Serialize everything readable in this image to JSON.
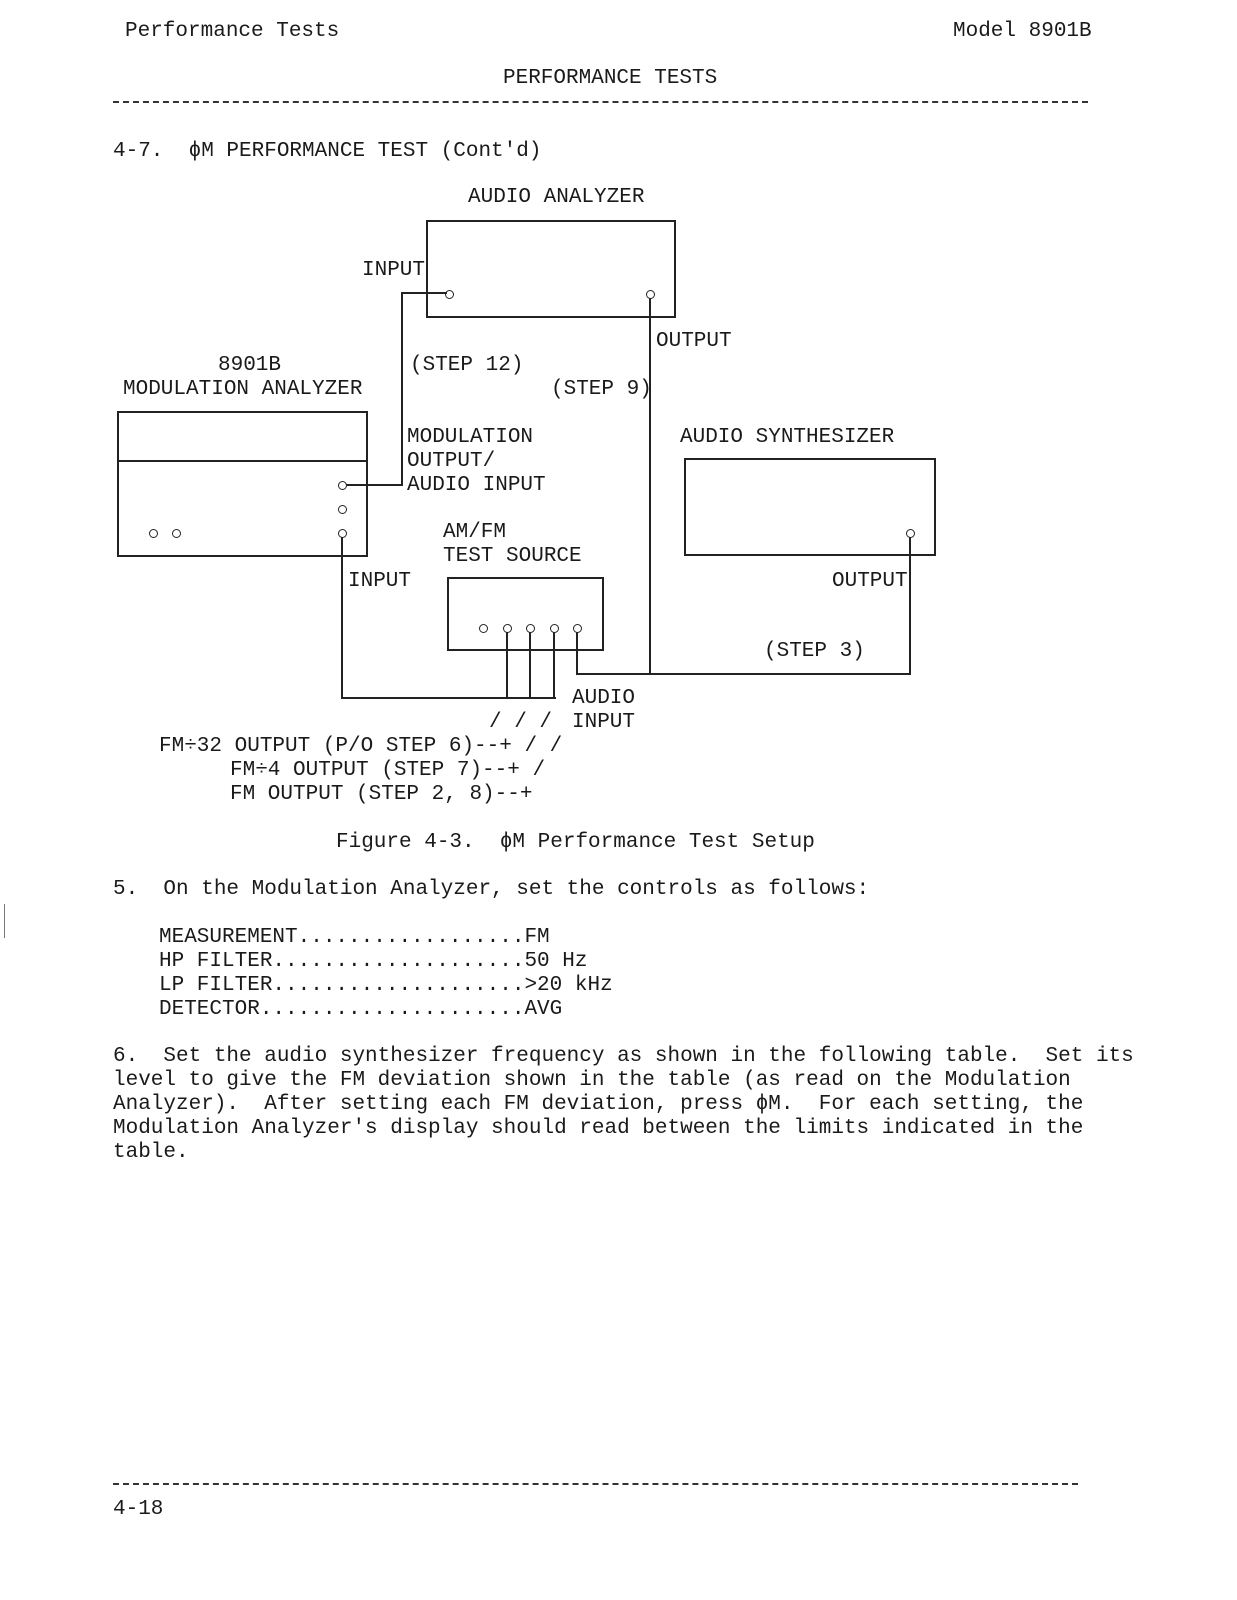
{
  "header": {
    "left": "Performance Tests",
    "right": "Model 8901B",
    "center": "PERFORMANCE TESTS"
  },
  "section_title": "4-7.  ϕM PERFORMANCE TEST (Cont'd)",
  "diagram": {
    "audio_analyzer": "AUDIO ANALYZER",
    "aa_input": "INPUT",
    "aa_output": "OUTPUT",
    "step12": "(STEP 12)",
    "step9": "(STEP 9)",
    "mod_analyzer_model": "8901B",
    "mod_analyzer_name": "MODULATION ANALYZER",
    "mod_output_1": "MODULATION",
    "mod_output_2": "OUTPUT/",
    "mod_output_3": "AUDIO INPUT",
    "ma_input": "INPUT",
    "audio_synth": "AUDIO SYNTHESIZER",
    "as_output": "OUTPUT",
    "step3": "(STEP 3)",
    "test_source_1": "AM/FM",
    "test_source_2": "TEST SOURCE",
    "audio_input_1": "AUDIO",
    "audio_input_2": "INPUT",
    "slashes": "/ / /",
    "leader_1": "FM÷32 OUTPUT (P/O STEP 6)--+ / /",
    "leader_2": "FM÷4 OUTPUT (STEP 7)--+ /",
    "leader_3": "FM OUTPUT (STEP 2, 8)--+"
  },
  "figure_caption": "Figure 4-3.  ϕM Performance Test Setup",
  "step5": {
    "text": "5.  On the Modulation Analyzer, set the controls as follows:",
    "settings": [
      "MEASUREMENT..................FM",
      "HP FILTER....................50 Hz",
      "LP FILTER....................>20 kHz",
      "DETECTOR.....................AVG"
    ]
  },
  "step6": {
    "lines": [
      "6.  Set the audio synthesizer frequency as shown in the following table.  Set its",
      "level to give the FM deviation shown in the table (as read on the Modulation",
      "Analyzer).  After setting each FM deviation, press ϕM.  For each setting, the",
      "Modulation Analyzer's display should read between the limits indicated in the",
      "table."
    ]
  },
  "footer": {
    "page_number": "4-18"
  }
}
